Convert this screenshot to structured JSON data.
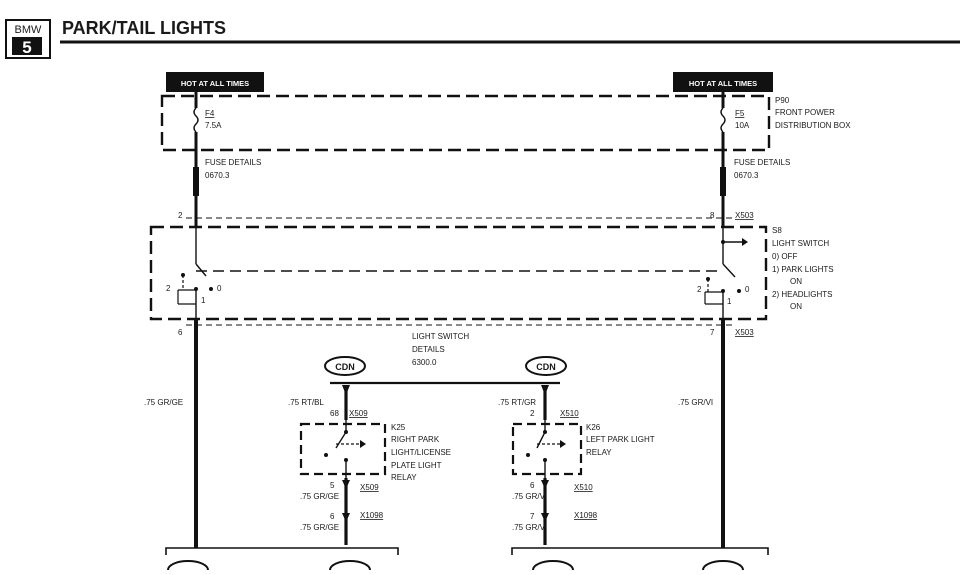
{
  "header": {
    "brand_top": "BMW",
    "brand_bottom": "5",
    "title": "PARK/TAIL LIGHTS"
  },
  "diagram": {
    "hot_left": "HOT AT ALL TIMES",
    "hot_right": "HOT AT ALL TIMES",
    "fuse_left_id": "F4",
    "fuse_left_rating": "7.5A",
    "fuse_right_id": "F5",
    "fuse_right_rating": "10A",
    "dist_box_id": "P90",
    "dist_box_line1": "FRONT POWER",
    "dist_box_line2": "DISTRIBUTION BOX",
    "fuse_details_left_label": "FUSE DETAILS",
    "fuse_details_left_ref": "0670.3",
    "fuse_details_right_label": "FUSE DETAILS",
    "fuse_details_right_ref": "0670.3",
    "pin_left_in": "2",
    "pin_right_in": "8",
    "conn_right_top": "X503",
    "switch_id": "S8",
    "switch_name": "LIGHT SWITCH",
    "switch_pos0": "0)   OFF",
    "switch_pos1a": "1)   PARK LIGHTS",
    "switch_pos1b": "ON",
    "switch_pos2a": "2)   HEADLIGHTS",
    "switch_pos2b": "ON",
    "sw_left_2": "2",
    "sw_left_1": "1",
    "sw_left_0": "0",
    "sw_right_2": "2",
    "sw_right_1": "1",
    "sw_right_0": "0",
    "pin_left_out": "6",
    "pin_right_out": "7",
    "conn_right_bottom": "X503",
    "sw_details_1": "LIGHT SWITCH",
    "sw_details_2": "DETAILS",
    "sw_details_3": "6300.0",
    "cdn_top_left": "CDN",
    "cdn_top_right": "CDN",
    "wire_left_main": ".75 GR/GE",
    "wire_right_main": ".75 GR/VI",
    "k25_wire_in": ".75 RT/BL",
    "k25_pin_in": "68",
    "k25_conn_in": "X509",
    "k25_id": "K25",
    "k25_line1": "RIGHT PARK",
    "k25_line2": "LIGHT/LICENSE",
    "k25_line3": "PLATE LIGHT",
    "k25_line4": "RELAY",
    "k25_pin_out": "5",
    "k25_wire_out": ".75 GR/GE",
    "k25_conn_out": "X509",
    "k25_pin_2": "6",
    "k25_wire_2": ".75 GR/GE",
    "k25_conn_2": "X1098",
    "k26_wire_in": ".75 RT/GR",
    "k26_pin_in": "2",
    "k26_conn_in": "X510",
    "k26_id": "K26",
    "k26_line1": "LEFT PARK LIGHT",
    "k26_line2": "RELAY",
    "k26_pin_out": "6",
    "k26_wire_out": ".75 GR/VI",
    "k26_conn_out": "X510",
    "k26_pin_2": "7",
    "k26_wire_2": ".75 GR/VI",
    "k26_conn_2": "X1098"
  }
}
